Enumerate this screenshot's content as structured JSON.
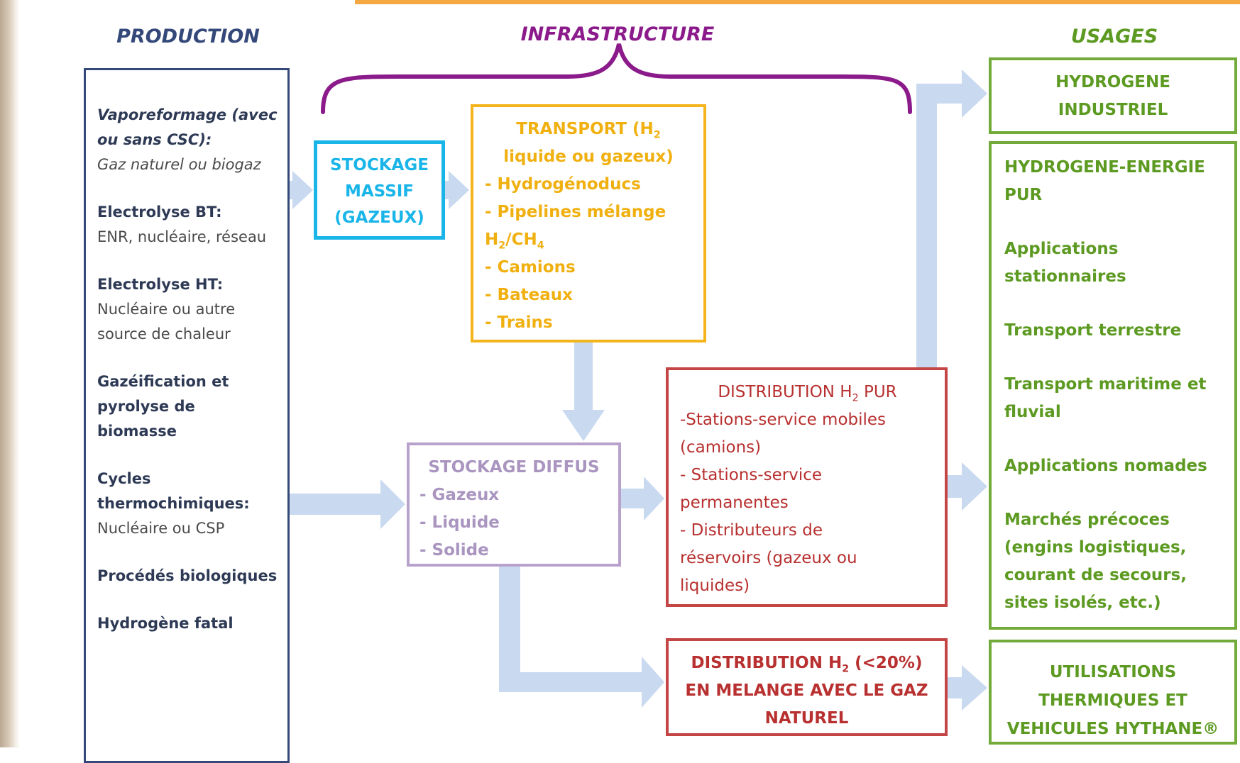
{
  "headers": {
    "production": "PRODUCTION",
    "infrastructure": "INFRASTRUCTURE",
    "usages": "USAGES"
  },
  "production": [
    {
      "title": "Vaporeformage (avec ou sans CSC):",
      "detail": "Gaz naturel ou biogaz"
    },
    {
      "title": "Electrolyse BT:",
      "detail": "ENR, nucléaire, réseau"
    },
    {
      "title": "Electrolyse HT:",
      "detail": "Nucléaire ou autre source de chaleur"
    },
    {
      "title": "Gazéification et pyrolyse de biomasse",
      "detail": ""
    },
    {
      "title": "Cycles thermochimiques:",
      "detail": "Nucléaire ou CSP"
    },
    {
      "title": "Procédés biologiques",
      "detail": ""
    },
    {
      "title": "Hydrogène fatal",
      "detail": ""
    }
  ],
  "stockage_massif": {
    "lines": [
      "STOCKAGE",
      "MASSIF",
      "(GAZEUX)"
    ]
  },
  "transport": {
    "title_pre": "TRANSPORT (H",
    "title_sub": "2",
    "title_line2": "liquide ou gazeux)",
    "items": [
      "- Hydrogénoducs",
      "- Pipelines mélange"
    ],
    "mix_h": "H",
    "mix_h_sub": "2",
    "mix_ch": "/CH",
    "mix_ch_sub": "4",
    "items2": [
      "- Camions",
      "- Bateaux",
      "- Trains"
    ]
  },
  "stockage_diffus": {
    "title": "STOCKAGE DIFFUS",
    "items": [
      "- Gazeux",
      "- Liquide",
      "- Solide"
    ]
  },
  "distribution_pur": {
    "title_pre": "DISTRIBUTION H",
    "title_sub": "2",
    "title_post": " PUR",
    "lines": [
      "-Stations-service mobiles",
      "(camions)",
      "- Stations-service",
      "permanentes",
      "- Distributeurs de",
      "réservoirs (gazeux ou",
      "liquides)"
    ]
  },
  "distribution_melange": {
    "line1_pre": "DISTRIBUTION H",
    "line1_sub": "2",
    "line1_post": " (<20%)",
    "line2": "EN MELANGE AVEC LE GAZ",
    "line3": "NATUREL"
  },
  "usages": {
    "industriel": [
      "HYDROGENE",
      "INDUSTRIEL"
    ],
    "energie_title": "HYDROGENE-ENERGIE PUR",
    "energie_items": [
      "Applications stationnaires",
      "Transport terrestre",
      "Transport maritime et fluvial",
      "Applications nomades",
      "Marchés précoces (engins logistiques, courant de secours, sites isolés, etc.)"
    ],
    "thermiques": [
      "UTILISATIONS",
      "THERMIQUES ET",
      "VEHICULES HYTHANE®"
    ]
  },
  "colors": {
    "production": "#34497a",
    "infrastructure": "#8b1a8b",
    "usages": "#5d9a22",
    "stockage_massif": "#1ab5e8",
    "transport": "#f4b41c",
    "stockage_diffus": "#b8a2cc",
    "distribution": "#c34545",
    "arrows": "#c9d9ef"
  }
}
